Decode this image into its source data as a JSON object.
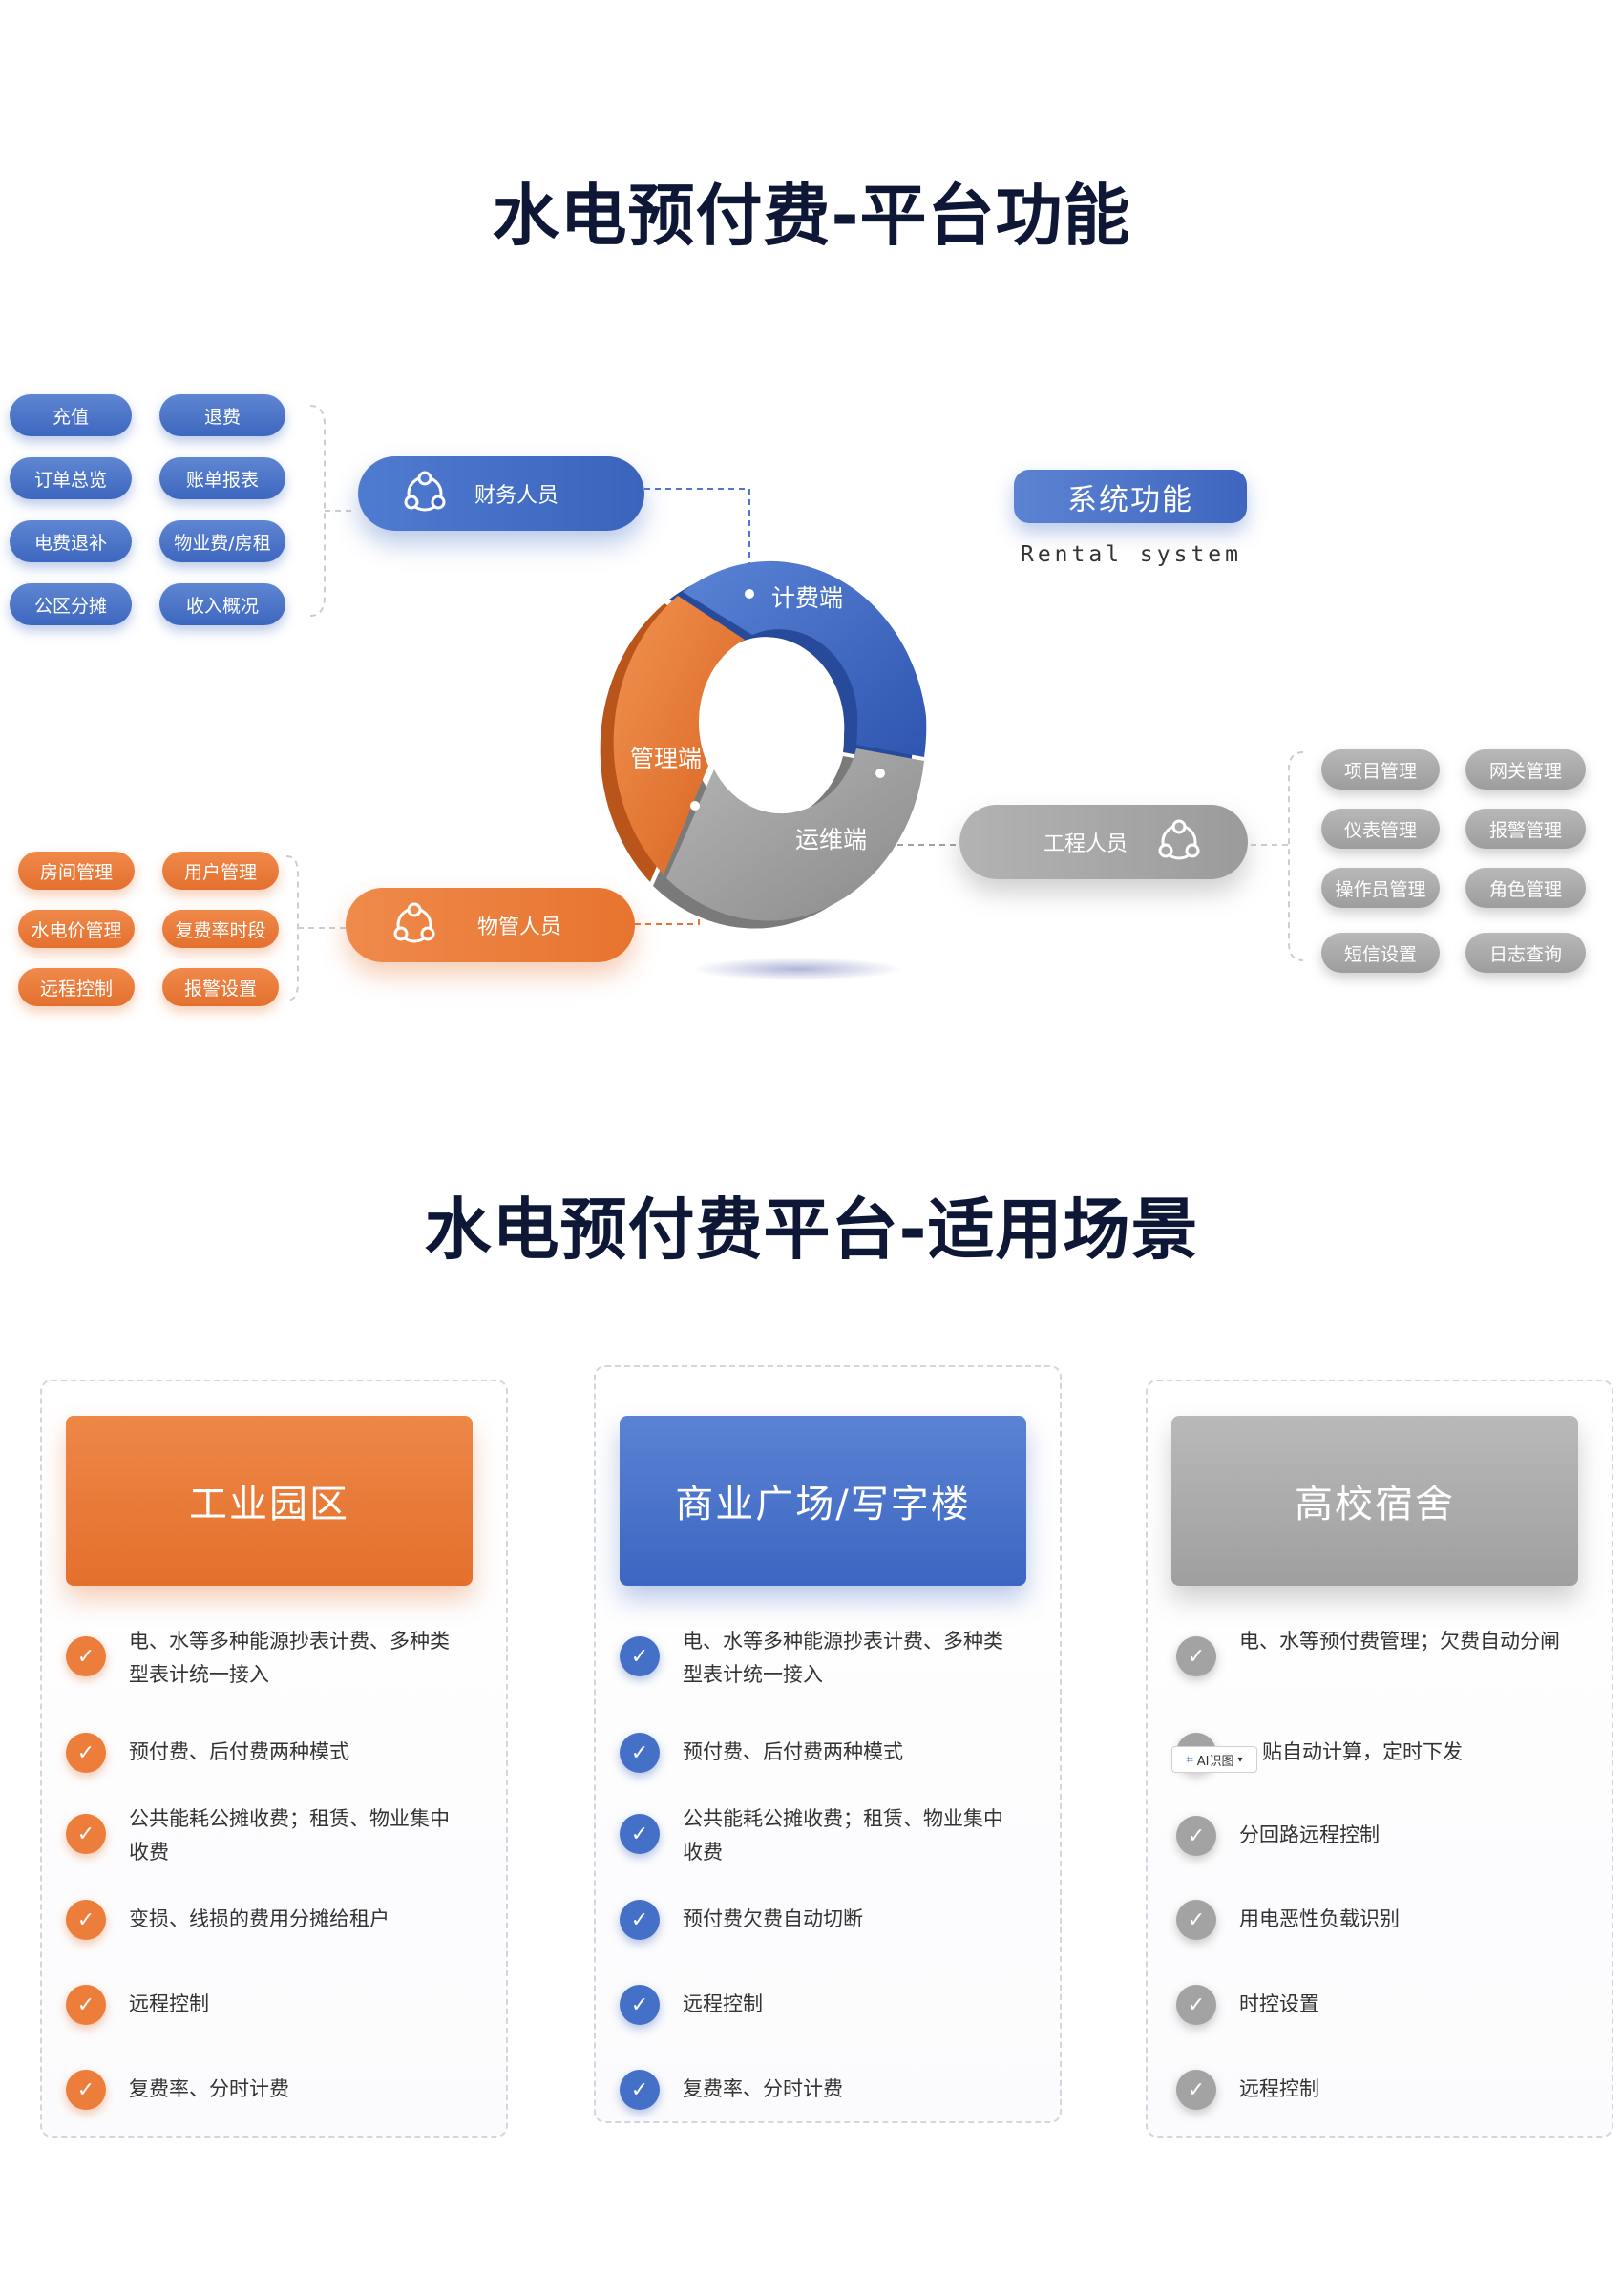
{
  "section1": {
    "title": "水电预付费-平台功能"
  },
  "system": {
    "title": "系统功能",
    "subtitle": "Rental system"
  },
  "ring": {
    "segments": [
      "计费端",
      "管理端",
      "运维端"
    ]
  },
  "roles": {
    "finance": {
      "label": "财务人员",
      "items": [
        "充值",
        "退费",
        "订单总览",
        "账单报表",
        "电费退补",
        "物业费/房租",
        "公区分摊",
        "收入概况"
      ]
    },
    "property": {
      "label": "物管人员",
      "items": [
        "房间管理",
        "用户管理",
        "水电价管理",
        "复费率时段",
        "远程控制",
        "报警设置"
      ]
    },
    "engineer": {
      "label": "工程人员",
      "items": [
        "项目管理",
        "网关管理",
        "仪表管理",
        "报警管理",
        "操作员管理",
        "角色管理",
        "短信设置",
        "日志查询"
      ]
    }
  },
  "section2": {
    "title": "水电预付费平台-适用场景"
  },
  "scenarios": [
    {
      "title": "工业园区",
      "items": [
        "电、水等多种能源抄表计费、多种类型表计统一接入",
        "预付费、后付费两种模式",
        "公共能耗公摊收费；租赁、物业集中收费",
        "变损、线损的费用分摊给租户",
        "远程控制",
        "复费率、分时计费"
      ]
    },
    {
      "title": "商业广场/写字楼",
      "items": [
        "电、水等多种能源抄表计费、多种类型表计统一接入",
        "预付费、后付费两种模式",
        "公共能耗公摊收费；租赁、物业集中收费",
        "预付费欠费自动切断",
        "远程控制",
        "复费率、分时计费"
      ]
    },
    {
      "title": "高校宿舍",
      "items": [
        "电、水等预付费管理；欠费自动分闸",
        "贴自动计算，定时下发",
        "分回路远程控制",
        "用电恶性负载识别",
        "时控设置",
        "远程控制"
      ]
    }
  ],
  "overlay": {
    "ai_badge": "AI识图"
  },
  "colors": {
    "blue": "#3f69c2",
    "orange": "#e8752f",
    "gray": "#a3a3a3",
    "title": "#0e1836"
  },
  "icons": {
    "role": "people-group-icon",
    "check": "check-icon"
  }
}
